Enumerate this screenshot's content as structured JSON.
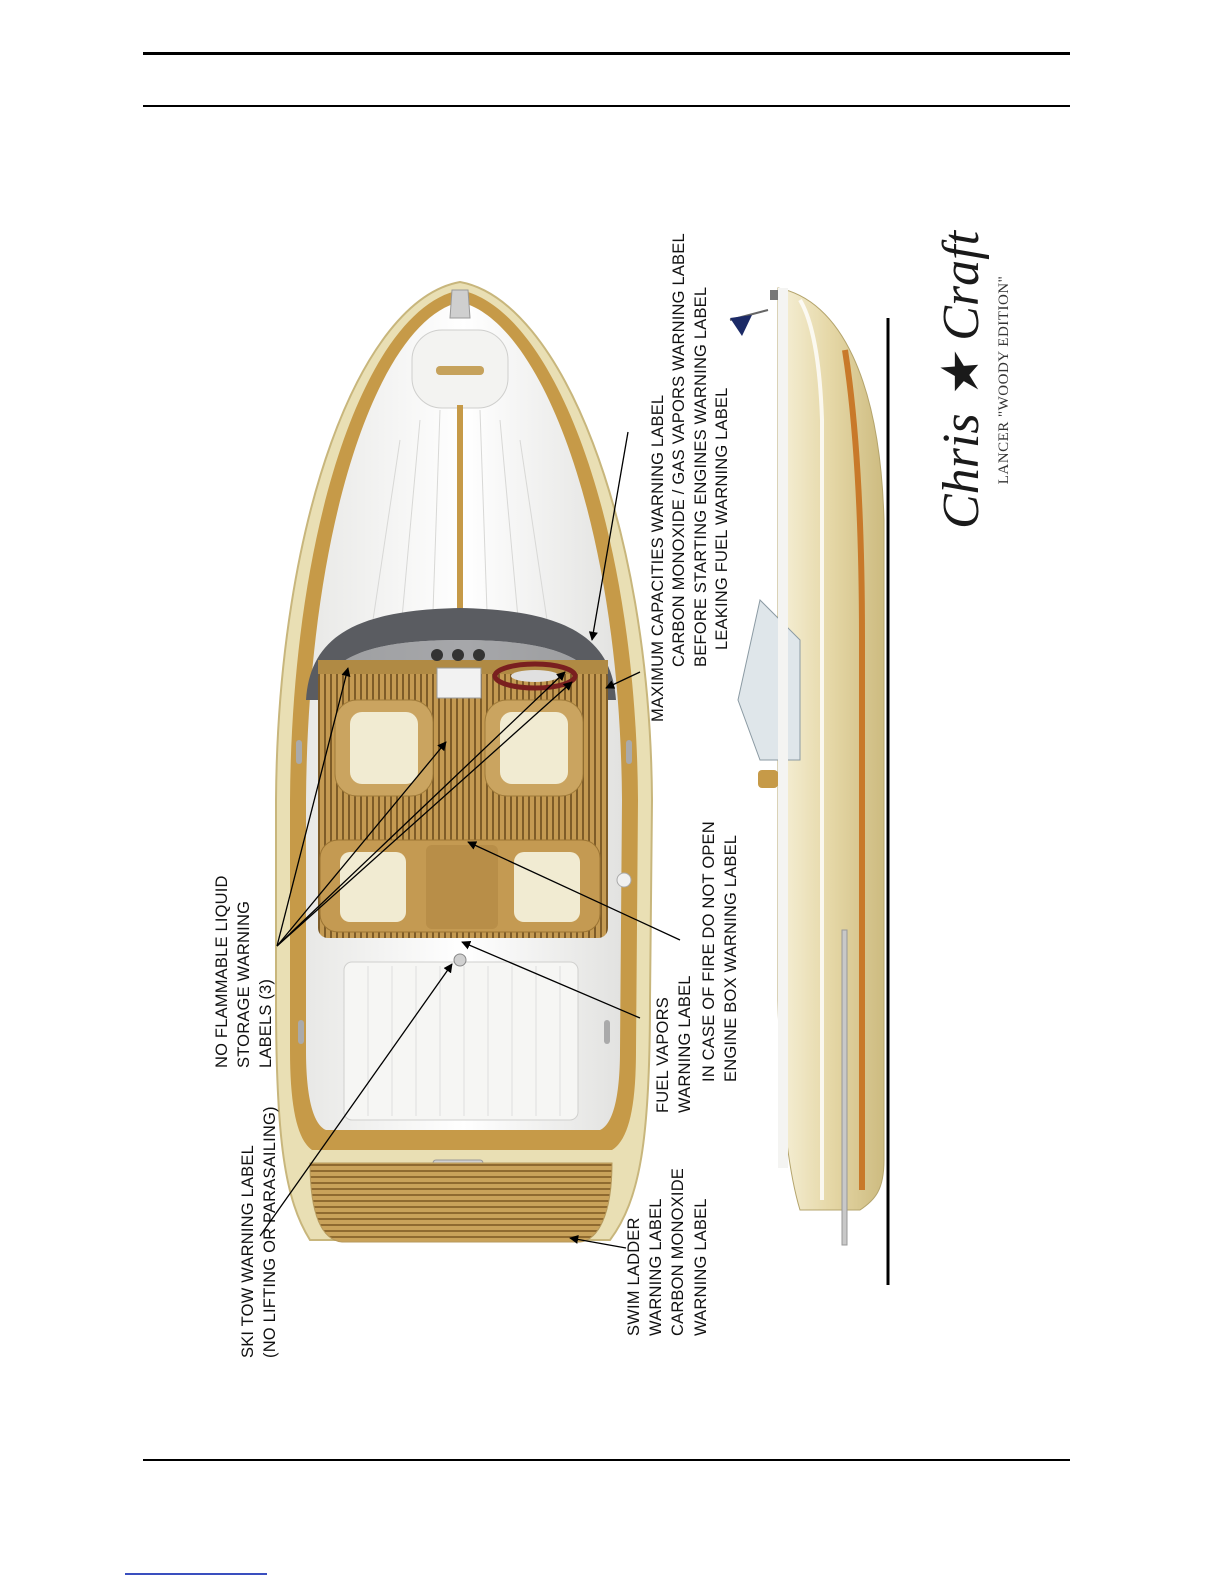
{
  "labels": {
    "max_capacities": "MAXIMUM CAPACITIES WARNING LABEL",
    "carbon_gas": "CARBON MONOXIDE / GAS VAPORS WARNING LABEL",
    "before_starting": "BEFORE STARTING ENGINES WARNING LABEL",
    "leaking_fuel": "LEAKING FUEL WARNING LABEL",
    "flammable_1": "NO FLAMMABLE LIQUID",
    "flammable_2": "STORAGE WARNING",
    "flammable_3": "LABELS (3)",
    "fire_1": "IN CASE OF FIRE DO NOT OPEN",
    "fire_2": "ENGINE BOX WARNING LABEL",
    "fuel_vapors_1": "FUEL VAPORS",
    "fuel_vapors_2": "WARNING LABEL",
    "ski_tow_1": "SKI TOW WARNING LABEL",
    "ski_tow_2": "(NO LIFTING OR PARASAILING)",
    "swim_1": "SWIM LADDER",
    "swim_2": "WARNING LABEL",
    "swim_3": "CARBON MONOXIDE",
    "swim_4": "WARNING LABEL"
  },
  "brand": {
    "logo_text": "Chris ★ Craft",
    "model": "LANCER \"WOODY EDITION\""
  },
  "colors": {
    "hull_white": "#f4f4f2",
    "teak": "#c49a4c",
    "teak_dark": "#8a6428",
    "cream": "#e8dcae",
    "windshield": "#55575c",
    "stripe": "#c8792a"
  }
}
